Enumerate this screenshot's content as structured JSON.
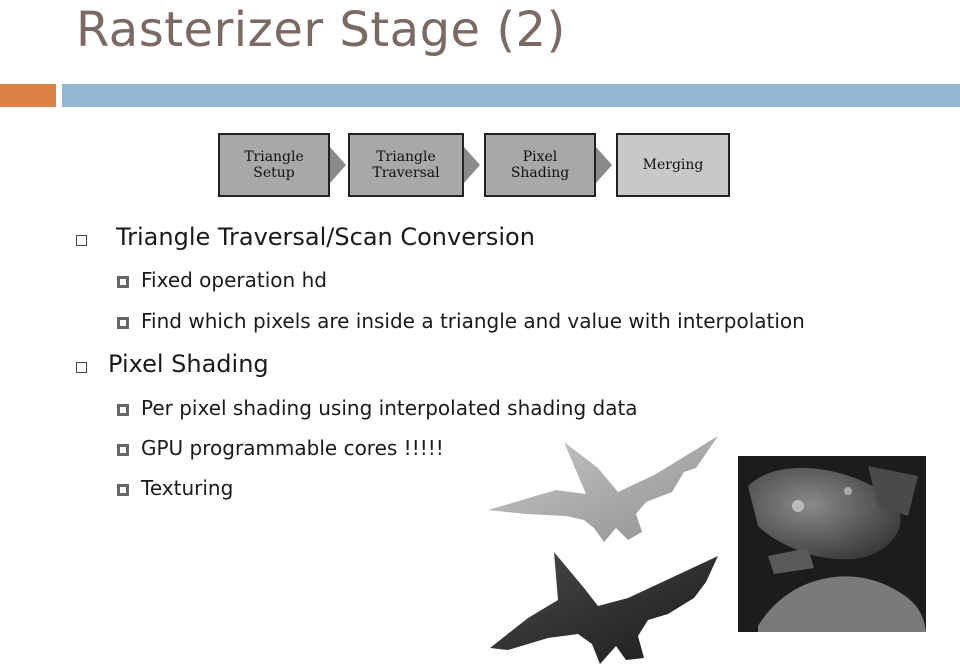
{
  "slide": {
    "title": "Rasterizer Stage (2)"
  },
  "pipeline": {
    "stages": [
      {
        "line1": "Triangle",
        "line2": "Setup"
      },
      {
        "line1": "Triangle",
        "line2": "Traversal"
      },
      {
        "line1": "Pixel",
        "line2": "Shading"
      },
      {
        "line1": "Merging",
        "line2": ""
      }
    ]
  },
  "bullets": [
    {
      "text": "Triangle Traversal/Scan Conversion",
      "sub": [
        "Fixed operation hd",
        "Find which pixels are inside a triangle and value with interpolation"
      ]
    },
    {
      "text": "Pixel Shading",
      "sub": [
        "Per pixel shading using interpolated shading data",
        "GPU programmable cores !!!!!",
        "Texturing"
      ]
    }
  ],
  "colors": {
    "title": "#7a6a63",
    "accent_orange": "#dd8047",
    "accent_blue": "#94b6d2"
  }
}
